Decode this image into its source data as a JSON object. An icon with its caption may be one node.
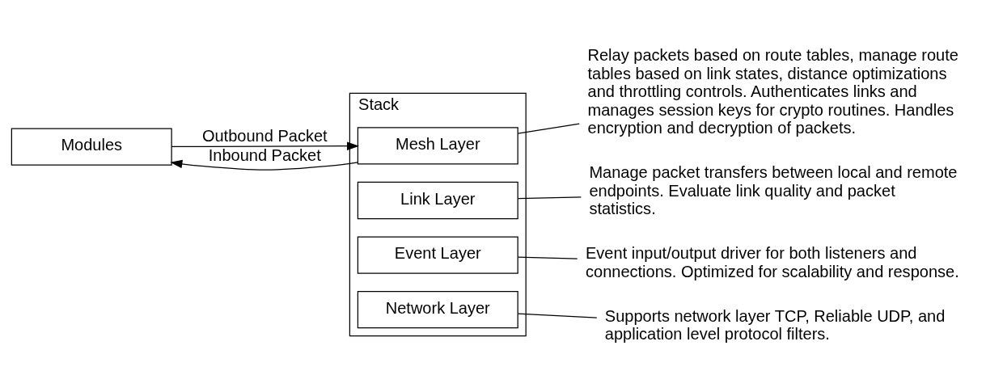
{
  "diagram": {
    "nodes": [
      {
        "text": [
          "Modules"
        ]
      },
      {
        "text": [
          "Stack"
        ]
      },
      {
        "text": [
          "Mesh Layer"
        ],
        "in": 1
      },
      {
        "text": [
          "Link Layer"
        ],
        "in": 1
      },
      {
        "text": [
          "Event Layer"
        ],
        "in": 1
      },
      {
        "text": [
          "Network Layer"
        ],
        "in": 1
      },
      {
        "text": [
          "Relay packets based on route tables, manage route tables based on link states, distance optimizations and throttling controls. Authenticates links and manages session keys for crypto routines. Handles encryption and decryption of packets."
        ]
      },
      {
        "text": [
          "Manage packet transfers between local and remote endpoints. Evaluate link quality and packet statistics."
        ]
      },
      {
        "text": [
          "Event input/output driver for both listeners and connections. Optimized for scalability and response."
        ]
      },
      {
        "text": [
          "Supports network layer TCP, Reliable UDP, and application level protocol filters."
        ]
      }
    ],
    "edges": [
      {
        "from": 2,
        "to": 0,
        "arrow": "to",
        "label": "Inbound Packet"
      },
      {
        "from": 0,
        "to": 2,
        "arrow": "to",
        "label": "Outbound Packet"
      },
      {
        "from": 2,
        "to": 6,
        "arrow": "none"
      },
      {
        "from": 3,
        "to": 7,
        "arrow": "none"
      },
      {
        "from": 4,
        "to": 8,
        "arrow": "none"
      },
      {
        "from": 5,
        "to": 9,
        "arrow": "none"
      }
    ]
  }
}
